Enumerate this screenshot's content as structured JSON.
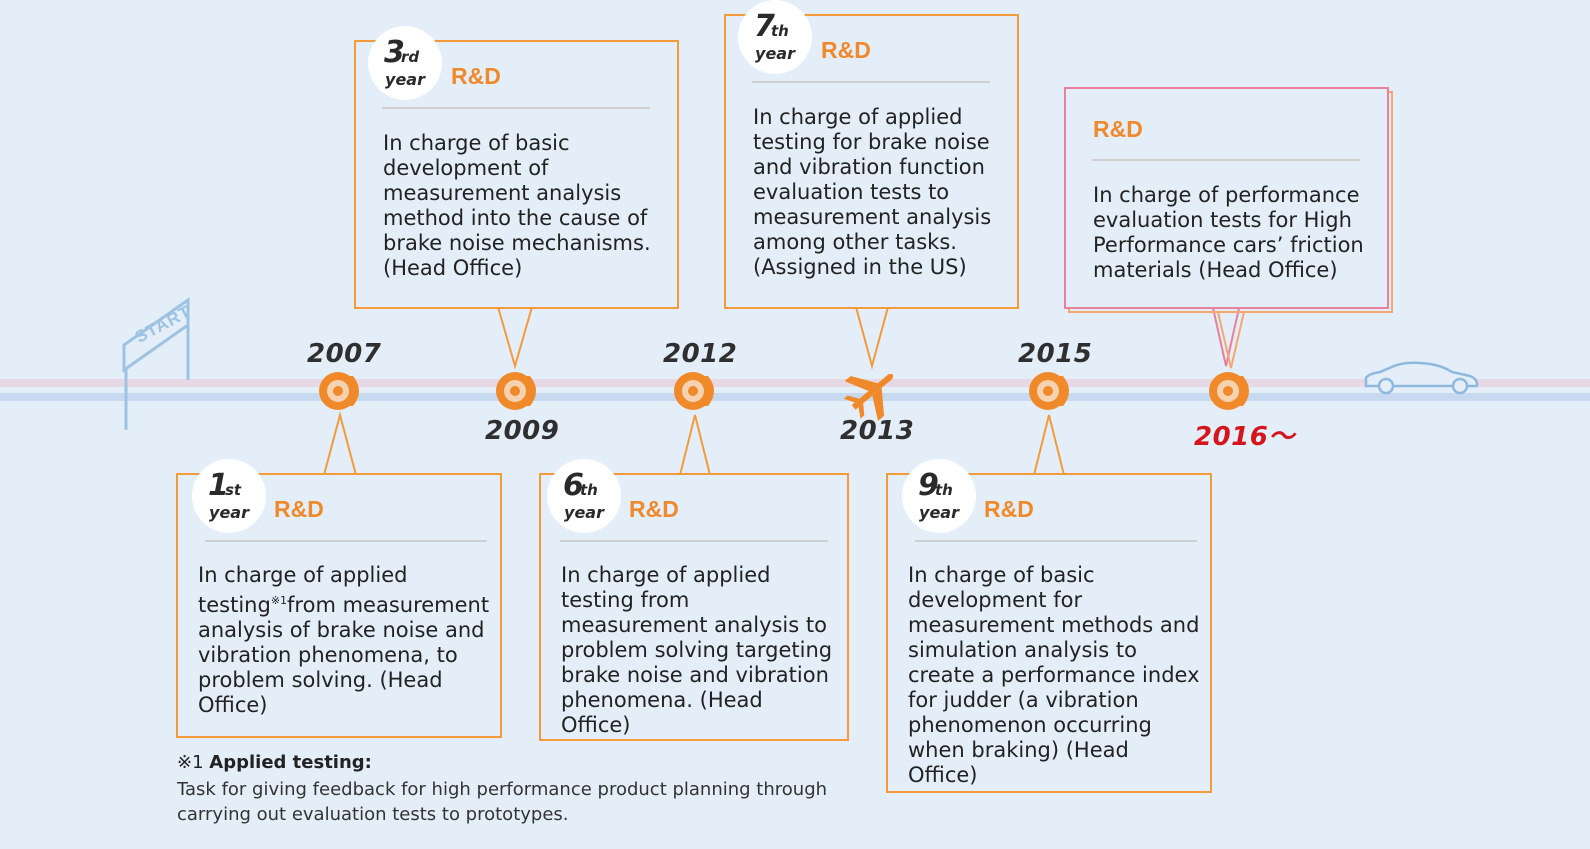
{
  "start_sign": "START",
  "years": {
    "y2007": "2007",
    "y2009": "2009",
    "y2012": "2012",
    "y2013": "2013",
    "y2015": "2015",
    "y2016": "2016～"
  },
  "cards": [
    {
      "num": "1",
      "sup": "st",
      "yr": "year",
      "dept": "R&D",
      "text": "In charge of applied testing※1from measurement analysis of brake noise and vibration phenomena, to problem solving. (Head Office)"
    },
    {
      "num": "3",
      "sup": "rd",
      "yr": "year",
      "dept": "R&D",
      "text": "In charge of basic development of measurement analysis method into the cause of brake noise mechanisms. (Head Office)"
    },
    {
      "num": "6",
      "sup": "th",
      "yr": "year",
      "dept": "R&D",
      "text": "In charge of applied testing from measurement analysis to problem solving targeting brake noise and vibration phenomena. (Head Office)"
    },
    {
      "num": "7",
      "sup": "th",
      "yr": "year",
      "dept": "R&D",
      "text": "In charge of applied testing for brake noise and vibration function evaluation tests to measurement analysis among other tasks. (Assigned in the US)"
    },
    {
      "num": "9",
      "sup": "th",
      "yr": "year",
      "dept": "R&D",
      "text": "In charge of basic development for measurement methods and simulation analysis to create a performance index for judder (a vibration phenomenon occurring when braking) (Head Office)"
    },
    {
      "dept": "R&D",
      "text": "In charge of performance evaluation tests for High Performance cars’ friction materials (Head Office)"
    }
  ],
  "note": {
    "marker": "※1",
    "title": "Applied testing:",
    "text": "Task for giving feedback for high performance product planning through carrying out evaluation tests to prototypes."
  },
  "colors": {
    "accent": "#f0892a",
    "border": "#f39a3b",
    "current": "#d5151d",
    "background": "#e3eef8"
  }
}
